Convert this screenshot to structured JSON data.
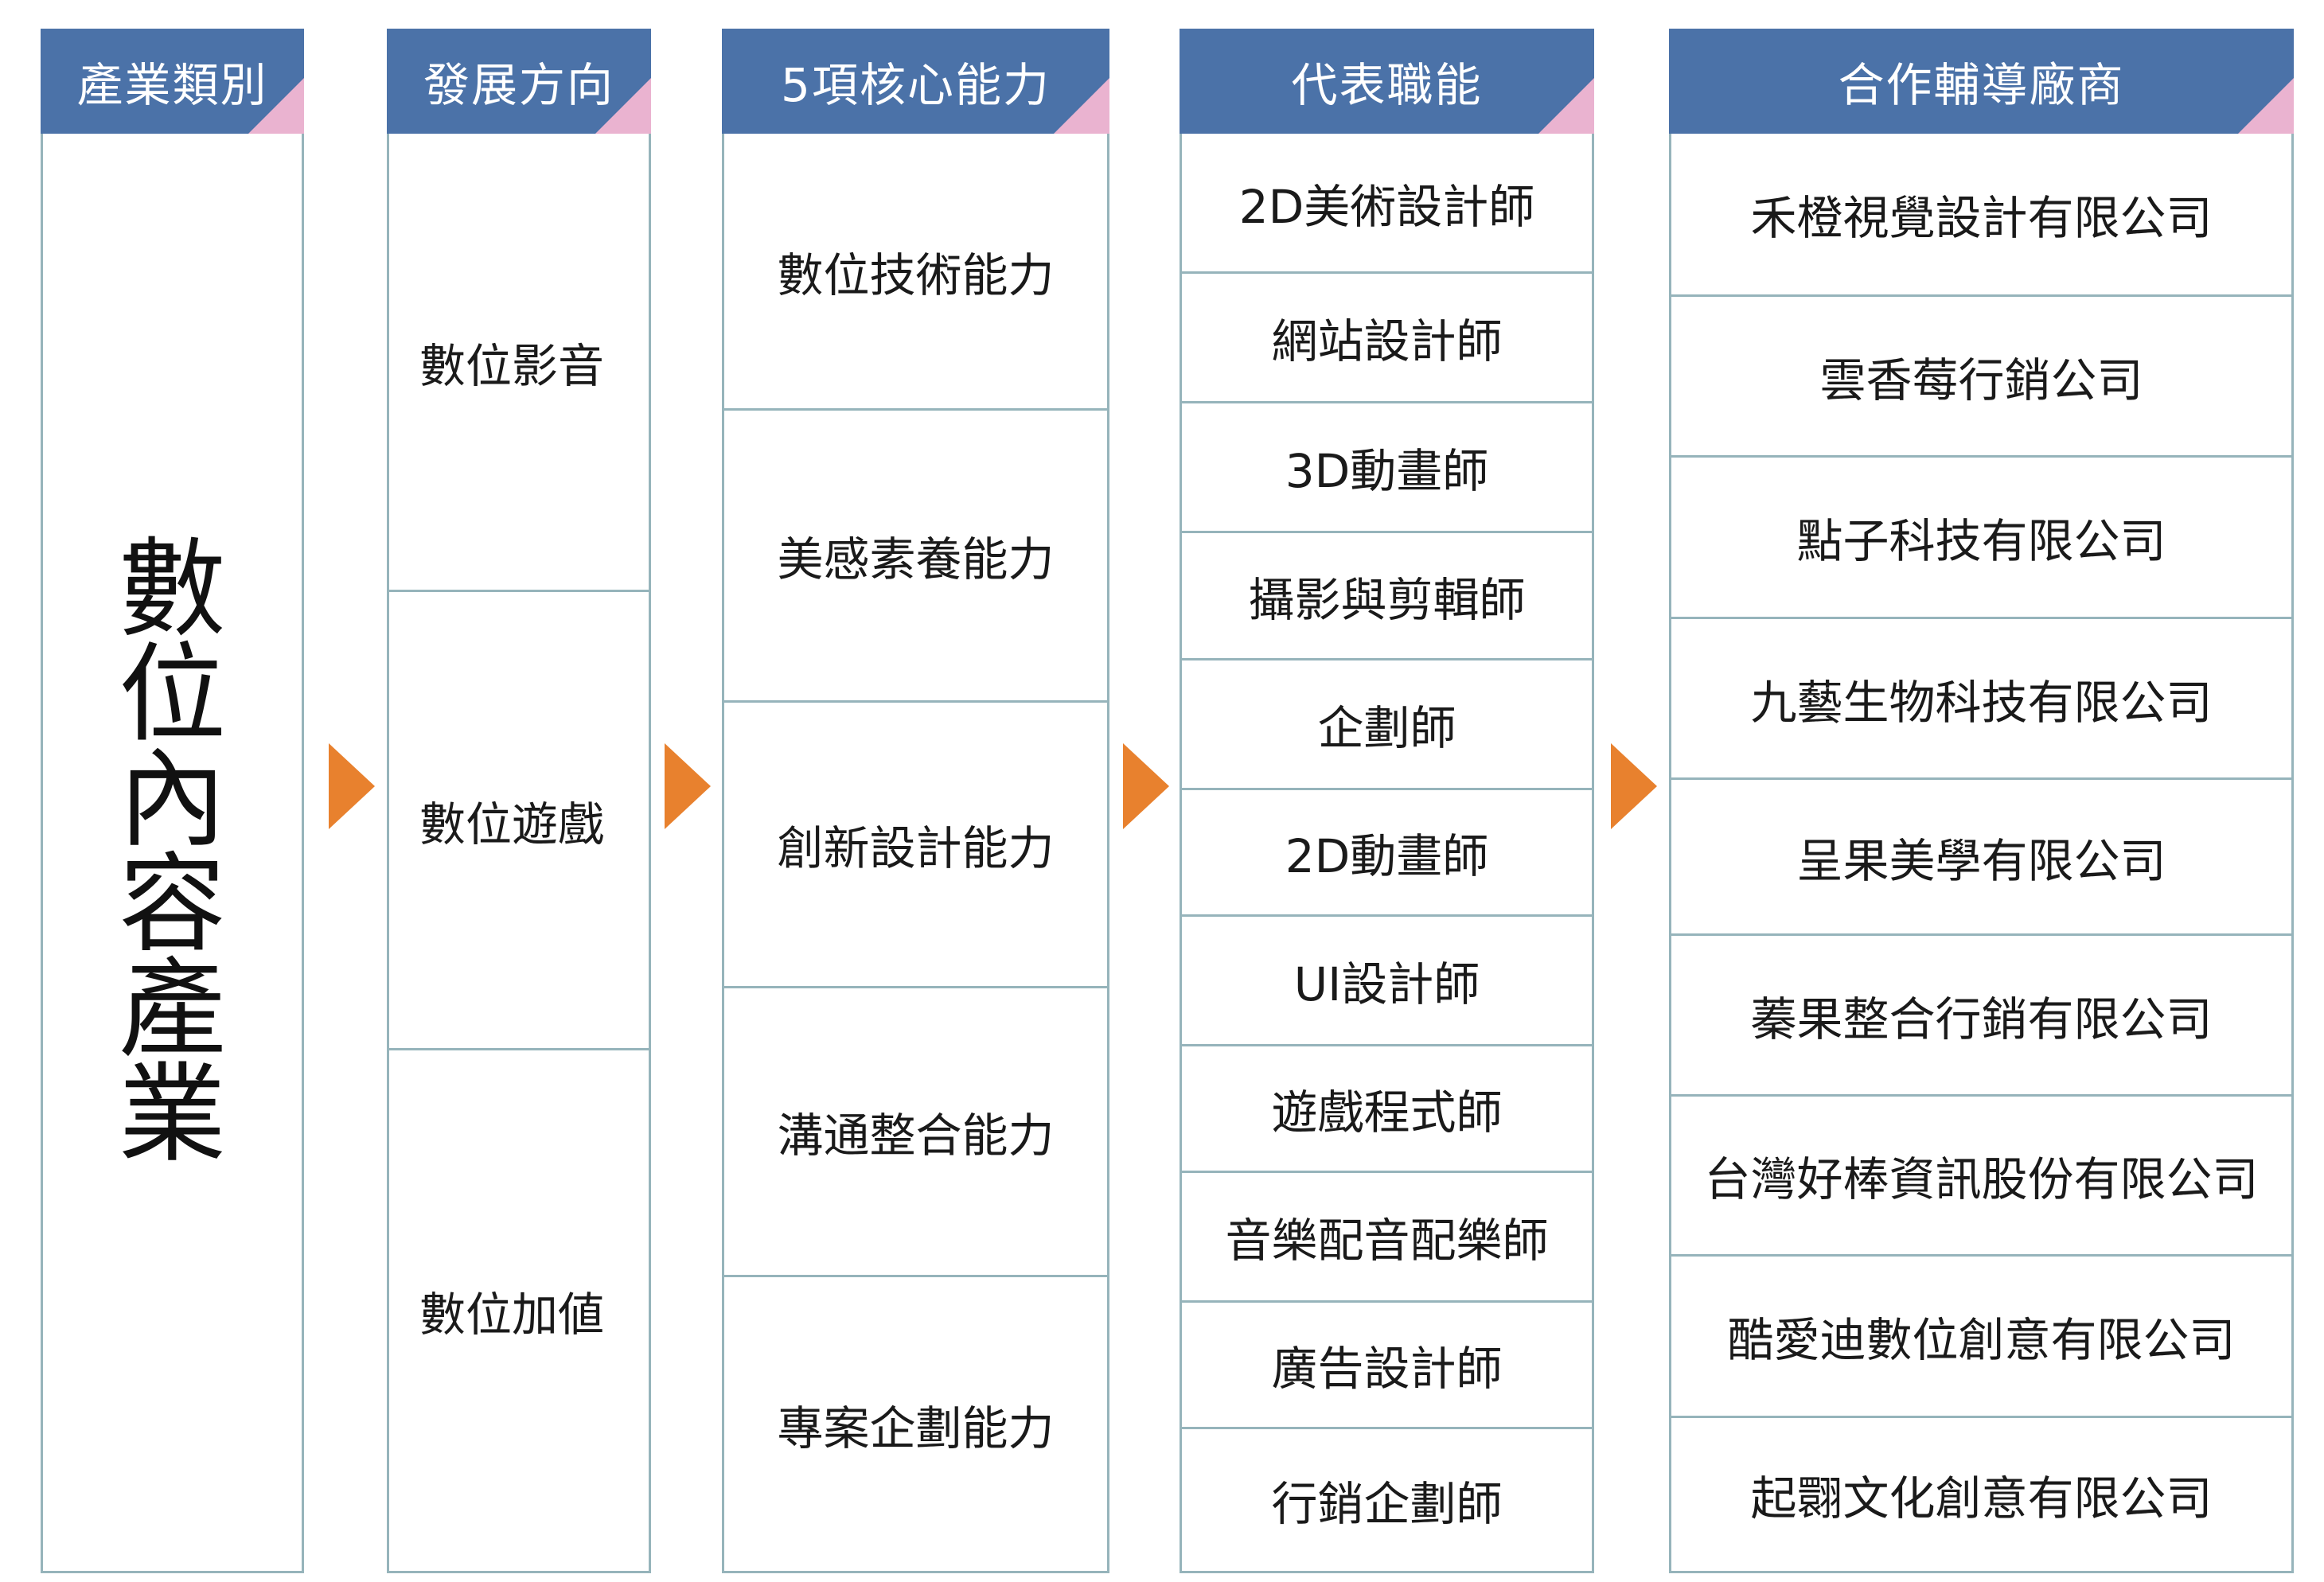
{
  "columns": {
    "industry": {
      "header": "產業類別",
      "title": "數位內容產業"
    },
    "direction": {
      "header": "發展方向",
      "items": [
        "數位影音",
        "數位遊戲",
        "數位加値"
      ]
    },
    "abilities": {
      "header": "5項核心能力",
      "items": [
        "數位技術能力",
        "美感素養能力",
        "創新設計能力",
        "溝通整合能力",
        "專案企劃能力"
      ]
    },
    "roles": {
      "header": "代表職能",
      "items": [
        "2D美術設計師",
        "網站設計師",
        "3D動畫師",
        "攝影與剪輯師",
        "企劃師",
        "2D動畫師",
        "UI設計師",
        "遊戲程式師",
        "音樂配音配樂師",
        "廣告設計師",
        "行銷企劃師"
      ]
    },
    "partners": {
      "header": "合作輔導廠商",
      "items": [
        "禾橙視覺設計有限公司",
        "雲香莓行銷公司",
        "點子科技有限公司",
        "九藝生物科技有限公司",
        "呈果美學有限公司",
        "蓁果整合行銷有限公司",
        "台灣好棒資訊股份有限公司",
        "酷愛迪數位創意有限公司",
        "起翾文化創意有限公司"
      ]
    }
  },
  "colors": {
    "header": "#4b72a8",
    "corner": "#eab3d0",
    "border": "#96b4bb",
    "arrow": "#e8812e"
  },
  "icons": {
    "flow_arrow": "triangle-right-icon"
  }
}
